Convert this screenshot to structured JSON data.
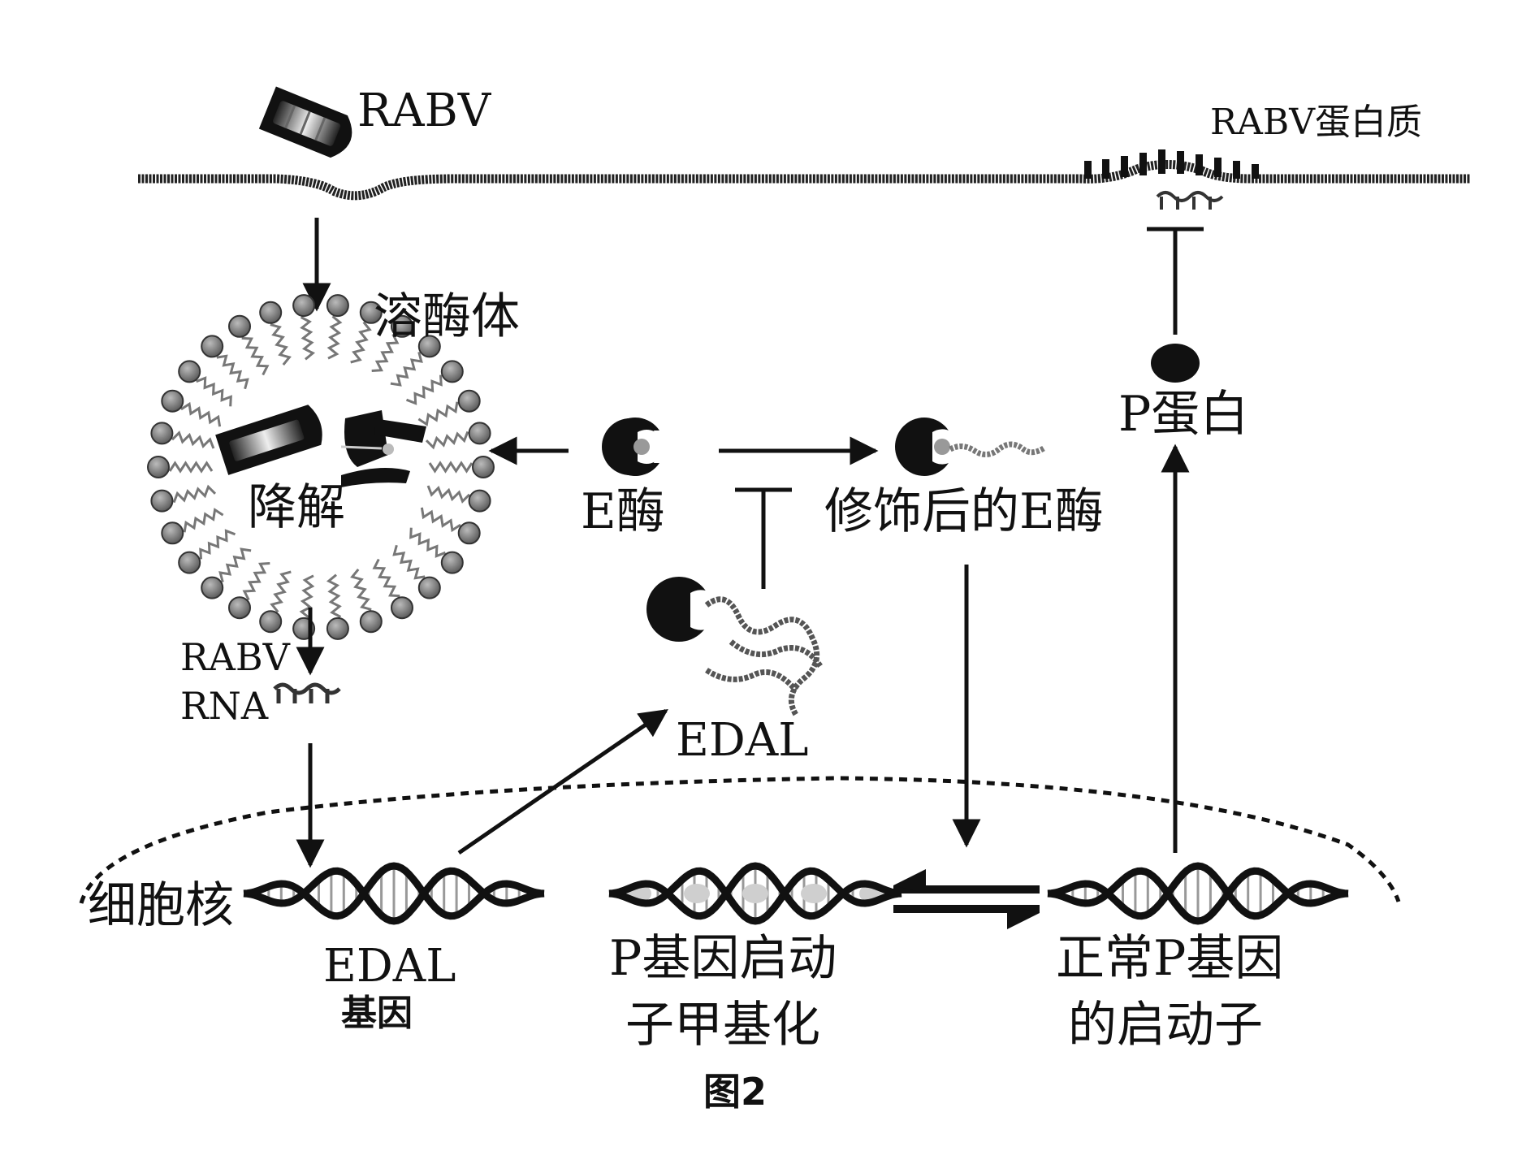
{
  "labels": {
    "rabv": "RABV",
    "rabv_protein": "RABV蛋白质",
    "lysosome": "溶酶体",
    "degrade": "降解",
    "e_enzyme": "E酶",
    "modified_e_enzyme": "修饰后的E酶",
    "p_protein": "P蛋白",
    "rabv_rna_line1": "RABV",
    "rabv_rna_line2": "RNA",
    "edal": "EDAL",
    "nucleus": "细胞核",
    "edal_gene_line1": "EDAL",
    "edal_gene_line2": "基因",
    "methylated_line1": "P基因启动",
    "methylated_line2": "子甲基化",
    "normal_line1": "正常P基因",
    "normal_line2": "的启动子",
    "figure_caption": "图2"
  },
  "colors": {
    "ink": "#111111",
    "gray": "#777777",
    "light_gray": "#bbbbbb",
    "background": "#ffffff"
  }
}
